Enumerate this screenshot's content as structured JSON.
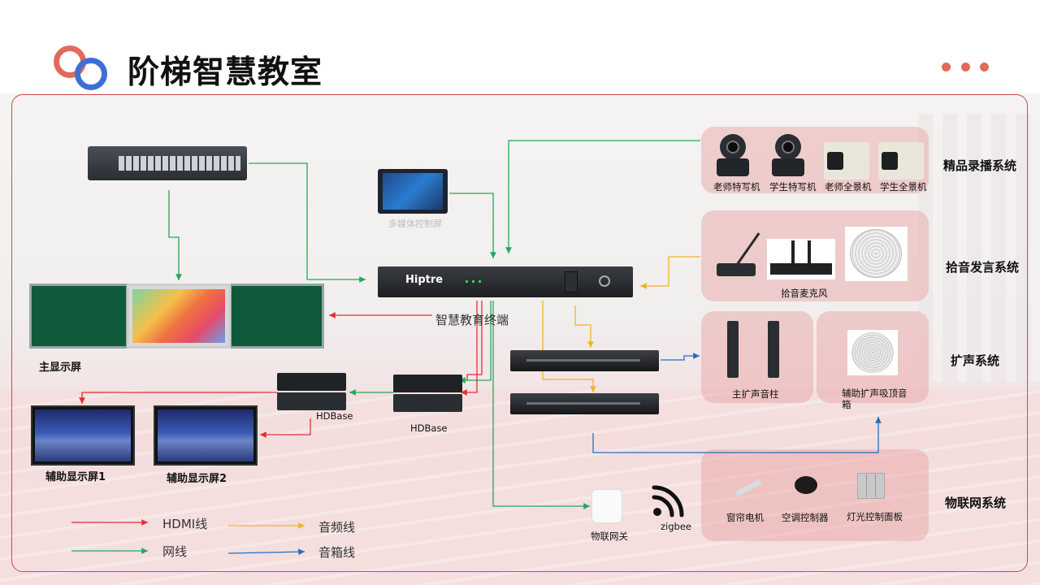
{
  "title": "阶梯智慧教室",
  "colors": {
    "hdmi": "#e03030",
    "network": "#24a85a",
    "audio": "#f0b429",
    "speaker": "#1f6fc4",
    "accent": "#d9434a"
  },
  "devices": {
    "control_screen": "多媒体控制屏",
    "terminal_brand": "Hiptre",
    "terminal": "智慧教育终端",
    "main_display": "主显示屏",
    "aux_display_1": "辅助显示屏1",
    "aux_display_2": "辅助显示屏2",
    "hdbase_1": "HDBase",
    "hdbase_2": "HDBase",
    "gateway": "物联网关",
    "zigbee": "zigbee"
  },
  "systems": {
    "recording": {
      "title": "精品录播系统",
      "items": [
        "老师特写机",
        "学生特写机",
        "老师全景机",
        "学生全景机"
      ]
    },
    "pickup": {
      "title": "拾音发言系统",
      "items": [
        "拾音麦克风"
      ]
    },
    "amplification": {
      "title": "扩声系统",
      "items": [
        "主扩声音柱",
        "辅助扩声吸顶音箱"
      ]
    },
    "iot": {
      "title": "物联网系统",
      "items": [
        "窗帘电机",
        "空调控制器",
        "灯光控制面板"
      ]
    }
  },
  "legend": [
    {
      "label": "HDMI线",
      "color": "#e03030"
    },
    {
      "label": "音频线",
      "color": "#f0b429"
    },
    {
      "label": "网线",
      "color": "#24a85a"
    },
    {
      "label": "音箱线",
      "color": "#1f6fc4"
    }
  ]
}
